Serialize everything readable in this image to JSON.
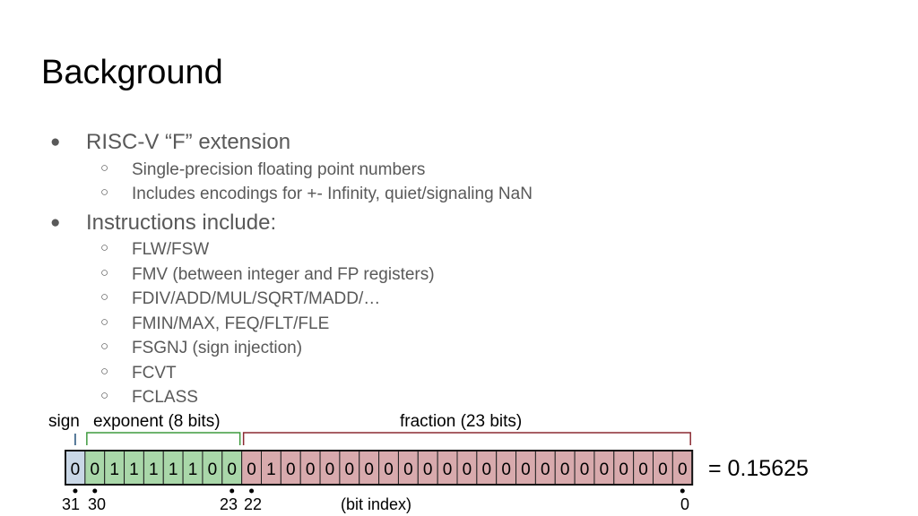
{
  "slide": {
    "title": "Background",
    "bullets": [
      {
        "text": "RISC-V “F” extension",
        "sub": [
          "Single-precision floating point numbers",
          "Includes encodings for +- Infinity, quiet/signaling NaN"
        ]
      },
      {
        "text": "Instructions include:",
        "sub": [
          "FLW/FSW",
          "FMV (between integer and FP registers)",
          "FDIV/ADD/MUL/SQRT/MADD/…",
          "FMIN/MAX, FEQ/FLT/FLE",
          "FSGNJ (sign injection)",
          "FCVT",
          "FCLASS"
        ]
      }
    ],
    "bullet_glyph_l1": "●",
    "bullet_glyph_l2": "○"
  },
  "diagram": {
    "label_sign": "sign",
    "label_exponent": "exponent (8 bits)",
    "label_fraction": "fraction (23 bits)",
    "bits": "00111110001000000000000000000000",
    "result": "= 0.15625",
    "index_31": "31",
    "index_30": "30",
    "index_23": "23",
    "index_22": "22",
    "index_0": "0",
    "index_label": "(bit index)",
    "colors": {
      "sign": "#c9d7e6",
      "exponent": "#a9d7a9",
      "fraction": "#d8aaad",
      "exponent_bracket": "#3f9b3f",
      "fraction_bracket": "#8b2a32",
      "sign_bracket": "#1f4e79"
    }
  }
}
